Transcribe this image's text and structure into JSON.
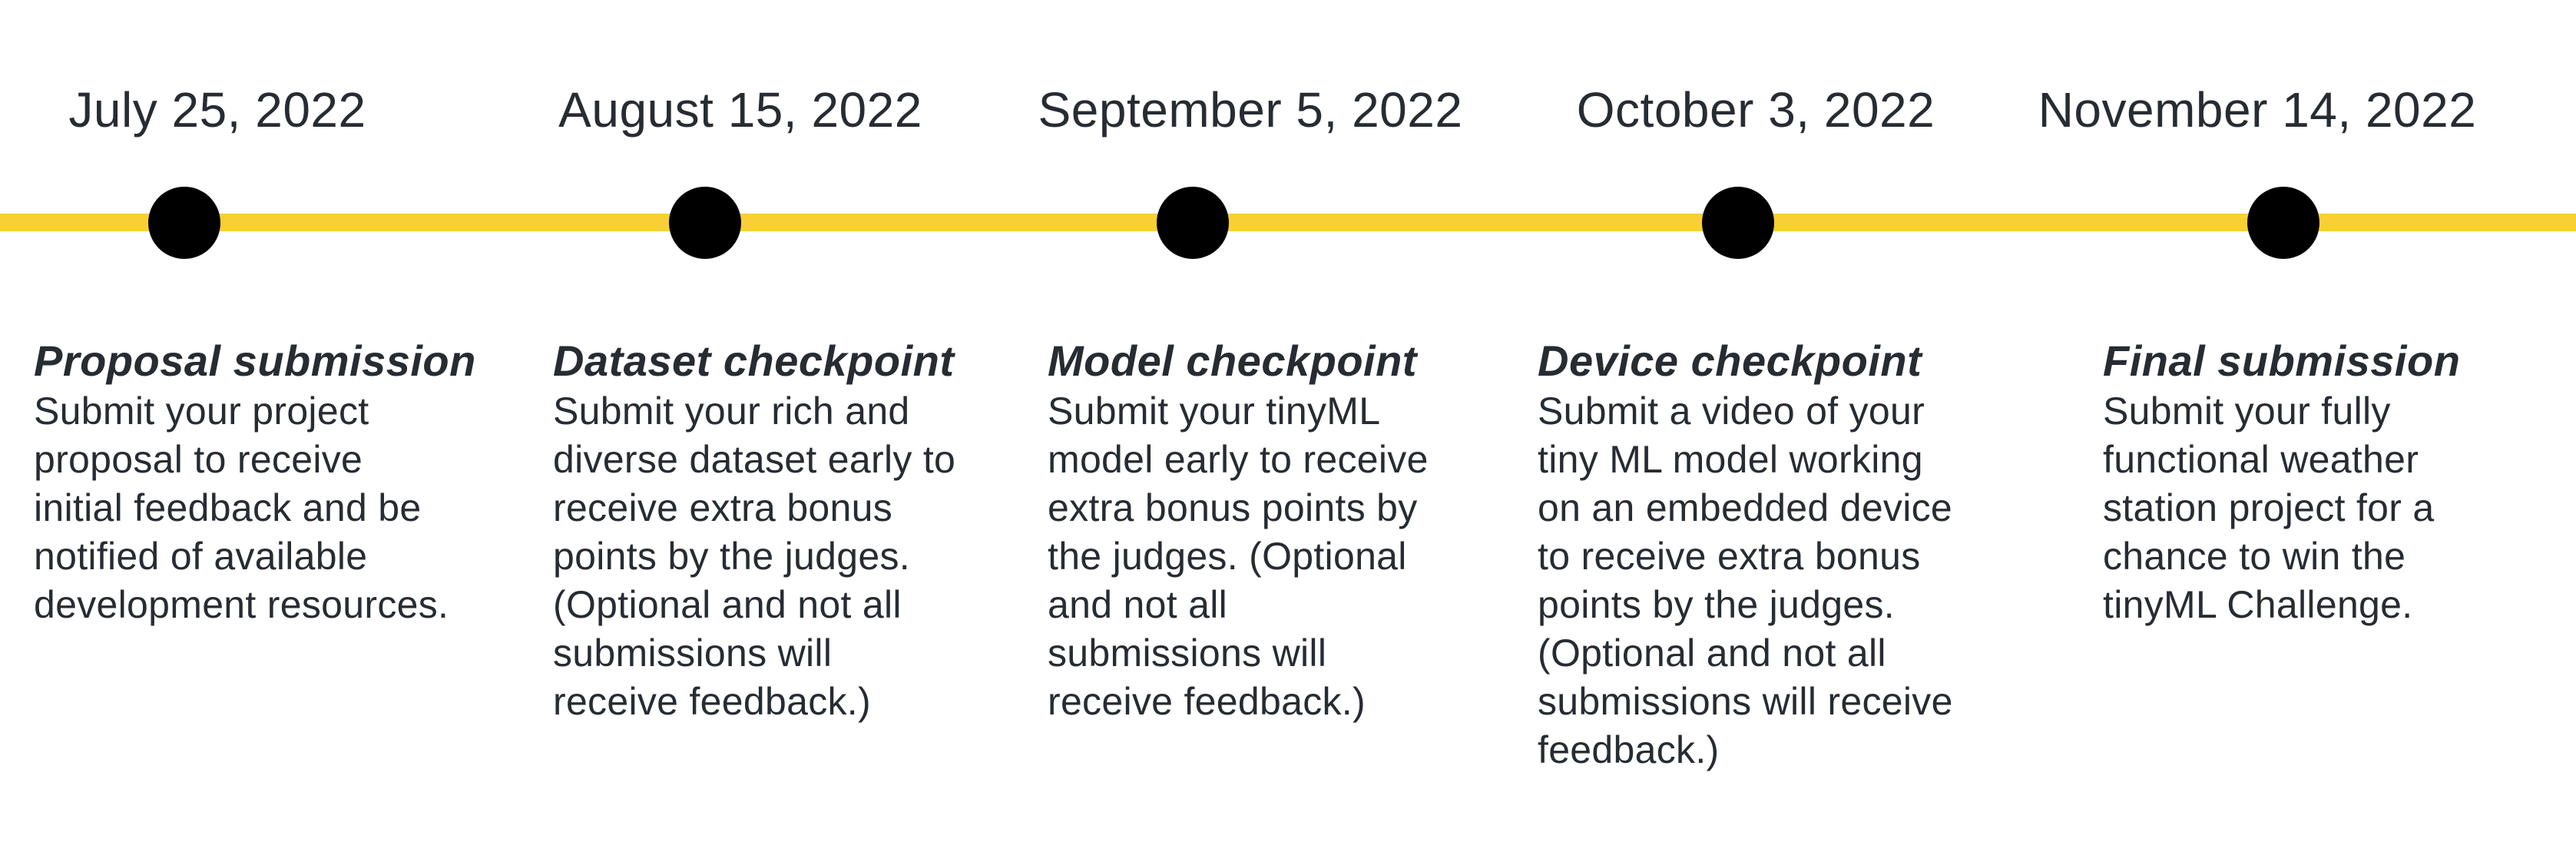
{
  "colors": {
    "line": "#F9CF33",
    "dot": "#000000",
    "text": "#272C33",
    "background": "#FFFFFF"
  },
  "timeline": {
    "milestones": [
      {
        "date": "July 25, 2022",
        "title": "Proposal submission",
        "description_lines": [
          "Submit your project",
          "proposal to receive",
          "initial feedback and be",
          "notified of available",
          "development resources."
        ]
      },
      {
        "date": "August 15, 2022",
        "title": "Dataset checkpoint",
        "description_lines": [
          "Submit your rich and",
          "diverse dataset early to",
          "receive extra bonus",
          "points by the judges.",
          "(Optional and not all",
          "submissions will",
          "receive feedback.)"
        ]
      },
      {
        "date": "September 5, 2022",
        "title": "Model checkpoint",
        "description_lines": [
          "Submit your tinyML",
          "model early to receive",
          "extra bonus points by",
          "the judges. (Optional",
          "and not all",
          "submissions will",
          "receive feedback.)"
        ]
      },
      {
        "date": "October 3, 2022",
        "title": "Device checkpoint",
        "description_lines": [
          "Submit a video of your",
          "tiny ML model working",
          "on an embedded device",
          "to receive extra bonus",
          "points by the judges.",
          "(Optional and not all",
          "submissions will receive",
          "feedback.)"
        ]
      },
      {
        "date": "November 14, 2022",
        "title": "Final submission",
        "description_lines": [
          "Submit your fully",
          "functional weather",
          "station project for a",
          "chance to win the",
          "tinyML Challenge."
        ]
      }
    ]
  }
}
